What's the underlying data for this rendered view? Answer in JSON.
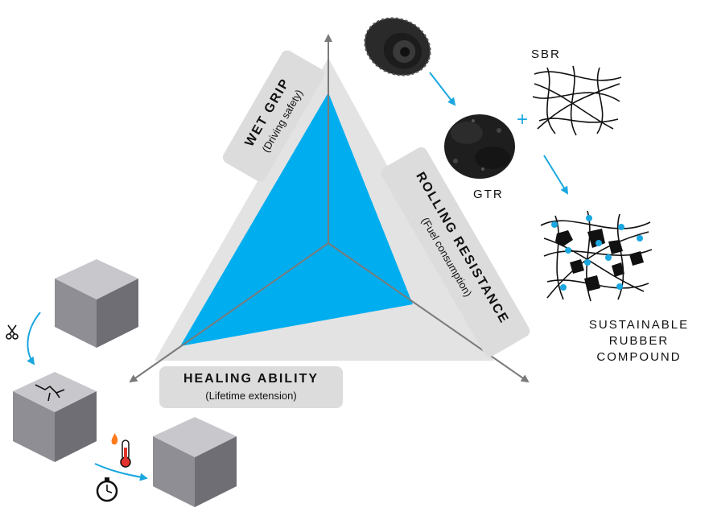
{
  "axes": {
    "wet_grip": {
      "title": "WET GRIP",
      "subtitle": "(Driving safety)"
    },
    "rolling_resistance": {
      "title": "ROLLING RESISTANCE",
      "subtitle": "(Fuel consumption)"
    },
    "healing_ability": {
      "title": "HEALING ABILITY",
      "subtitle": "(Lifetime extension)"
    }
  },
  "materials": {
    "sbr_label": "SBR",
    "gtr_label": "GTR",
    "plus_sign": "+",
    "compound_label": [
      "SUSTAINABLE",
      "RUBBER",
      "COMPOUND"
    ]
  },
  "colors": {
    "accent": "#00aeef",
    "triangle_fill": "#00aeef",
    "background_triangle": "#e3e3e3",
    "axis": "#7a7a7a",
    "cube_top": "#c8c8cc",
    "cube_left": "#8e8e94",
    "cube_right": "#6e6e74"
  },
  "icons": [
    "tire-icon",
    "scissors-icon",
    "thermometer-icon",
    "stopwatch-icon",
    "crack-icon"
  ]
}
